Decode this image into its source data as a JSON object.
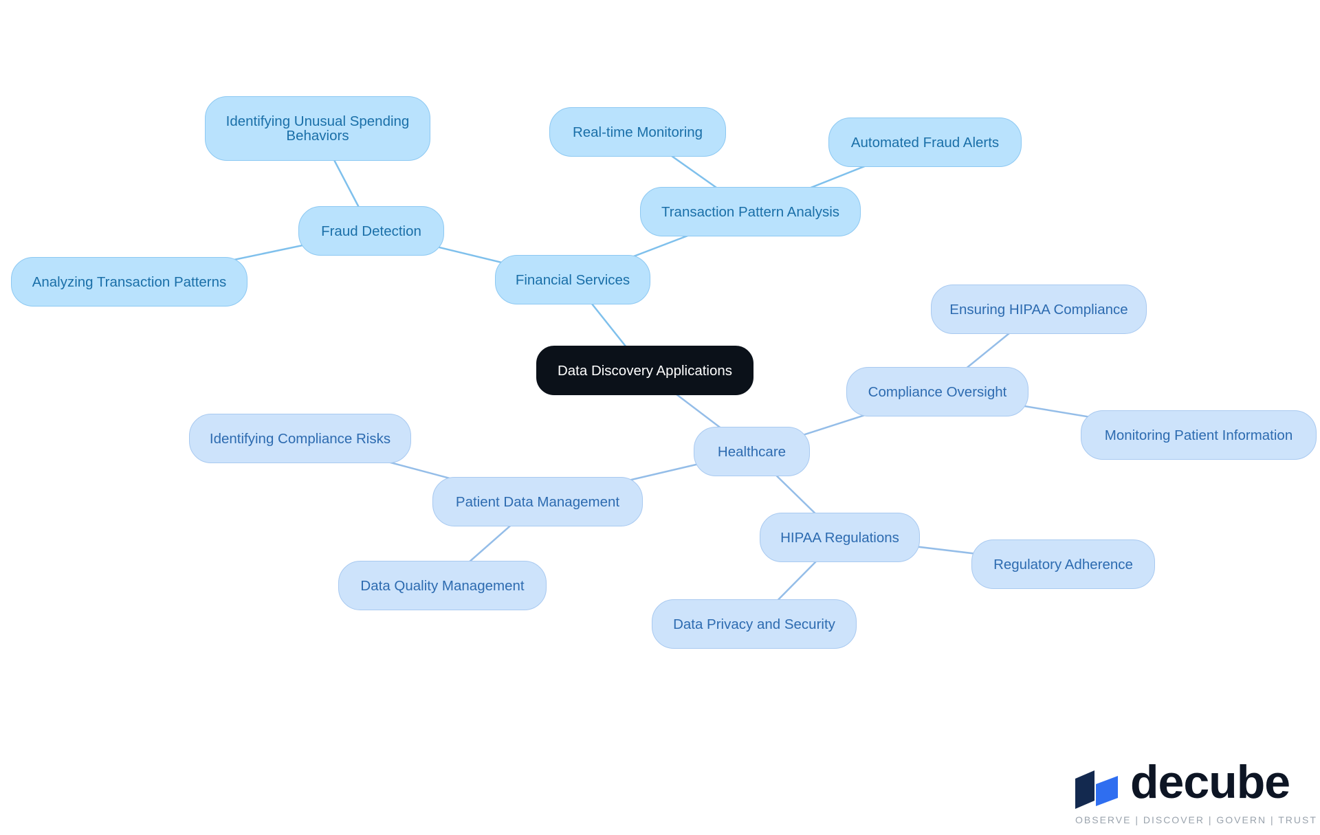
{
  "diagram": {
    "root": {
      "id": "root",
      "label": "Data Discovery Applications"
    },
    "nodes": [
      {
        "id": "fin",
        "label": "Financial Services",
        "parent": "root",
        "group": "financial"
      },
      {
        "id": "fraud",
        "label": "Fraud Detection",
        "parent": "fin",
        "group": "financial"
      },
      {
        "id": "unusual",
        "label": "Identifying Unusual Spending Behaviors",
        "parent": "fraud",
        "group": "financial"
      },
      {
        "id": "analyzing",
        "label": "Analyzing Transaction Patterns",
        "parent": "fraud",
        "group": "financial"
      },
      {
        "id": "tpa",
        "label": "Transaction Pattern Analysis",
        "parent": "fin",
        "group": "financial"
      },
      {
        "id": "realtime",
        "label": "Real-time Monitoring",
        "parent": "tpa",
        "group": "financial"
      },
      {
        "id": "alerts",
        "label": "Automated Fraud Alerts",
        "parent": "tpa",
        "group": "financial"
      },
      {
        "id": "hc",
        "label": "Healthcare",
        "parent": "root",
        "group": "healthcare"
      },
      {
        "id": "co",
        "label": "Compliance Oversight",
        "parent": "hc",
        "group": "healthcare"
      },
      {
        "id": "hipaacomp",
        "label": "Ensuring HIPAA Compliance",
        "parent": "co",
        "group": "healthcare"
      },
      {
        "id": "monitor",
        "label": "Monitoring Patient Information",
        "parent": "co",
        "group": "healthcare"
      },
      {
        "id": "pdm",
        "label": "Patient Data Management",
        "parent": "hc",
        "group": "healthcare"
      },
      {
        "id": "risks",
        "label": "Identifying Compliance Risks",
        "parent": "pdm",
        "group": "healthcare"
      },
      {
        "id": "dqm",
        "label": "Data Quality Management",
        "parent": "pdm",
        "group": "healthcare"
      },
      {
        "id": "hipaa",
        "label": "HIPAA Regulations",
        "parent": "hc",
        "group": "healthcare"
      },
      {
        "id": "reg",
        "label": "Regulatory Adherence",
        "parent": "hipaa",
        "group": "healthcare"
      },
      {
        "id": "privacy",
        "label": "Data Privacy and Security",
        "parent": "hipaa",
        "group": "healthcare"
      }
    ]
  },
  "colors": {
    "root_fill": "#0b1119",
    "root_text": "#ffffff",
    "financial_fill": "#b9e2fd",
    "financial_text": "#1a6fa8",
    "financial_edge": "#7fc0ec",
    "healthcare_fill": "#cde3fb",
    "healthcare_text": "#2d6bb0",
    "healthcare_edge": "#94bde8"
  },
  "logo": {
    "wordmark": "decube",
    "tagline": "OBSERVE | DISCOVER | GOVERN | TRUST",
    "mark_icon": "decube-cube-icon",
    "mark_colors": [
      "#13294f",
      "#2f6ef0"
    ]
  }
}
